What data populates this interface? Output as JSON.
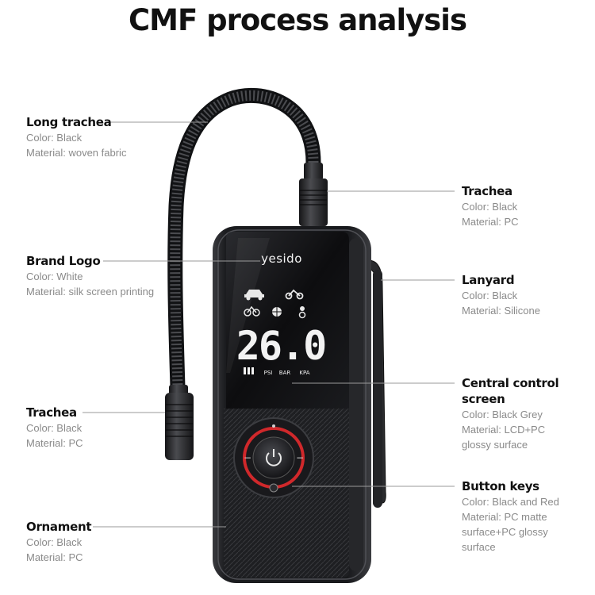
{
  "title": "CMF process analysis",
  "brand_logo_text": "yesido",
  "display": {
    "reading": "26.0",
    "units": [
      "PSI",
      "BAR",
      "KPA"
    ]
  },
  "callouts": {
    "long_trachea": {
      "title": "Long trachea",
      "lines": [
        "Color: Black",
        "Material: woven fabric"
      ]
    },
    "brand_logo": {
      "title": "Brand Logo",
      "lines": [
        "Color: White",
        "Material: silk screen printing"
      ]
    },
    "trachea_left": {
      "title": "Trachea",
      "lines": [
        "Color: Black",
        "Material: PC"
      ]
    },
    "ornament": {
      "title": "Ornament",
      "lines": [
        "Color: Black",
        "Material: PC"
      ]
    },
    "trachea_right": {
      "title": "Trachea",
      "lines": [
        "Color: Black",
        "Material: PC"
      ]
    },
    "lanyard": {
      "title": "Lanyard",
      "lines": [
        "Color: Black",
        "Material: Silicone"
      ]
    },
    "screen": {
      "title_lines": [
        "Central control",
        "screen"
      ],
      "lines": [
        "Color: Black Grey",
        "Material: LCD+PC",
        "glossy surface"
      ]
    },
    "buttons": {
      "title": "Button keys",
      "lines": [
        "Color: Black and Red",
        "Material: PC matte",
        "surface+PC glossy",
        "surface"
      ]
    }
  },
  "colors": {
    "device_body": "#1c1d20",
    "ring_accent": "#d0282b",
    "screen_digits": "#f2f2f2"
  }
}
